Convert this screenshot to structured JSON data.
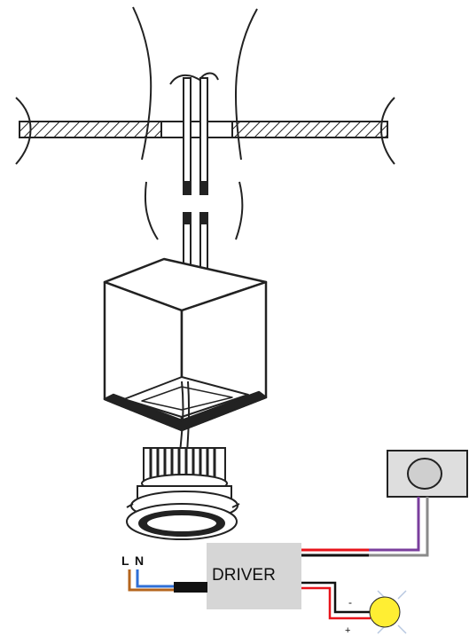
{
  "driver": {
    "label": "DRIVER",
    "fill": "#d6d6d6"
  },
  "mains": {
    "live_label": "L",
    "neutral_label": "N",
    "live_color": "#b5651d",
    "neutral_color": "#2f6fd6"
  },
  "led": {
    "minus_label": "-",
    "plus_label": "+",
    "color": "#ffee33"
  },
  "wires": {
    "red": "#e8141b",
    "black": "#111111",
    "purple": "#7a3e9d",
    "gray": "#8a8a8a"
  }
}
